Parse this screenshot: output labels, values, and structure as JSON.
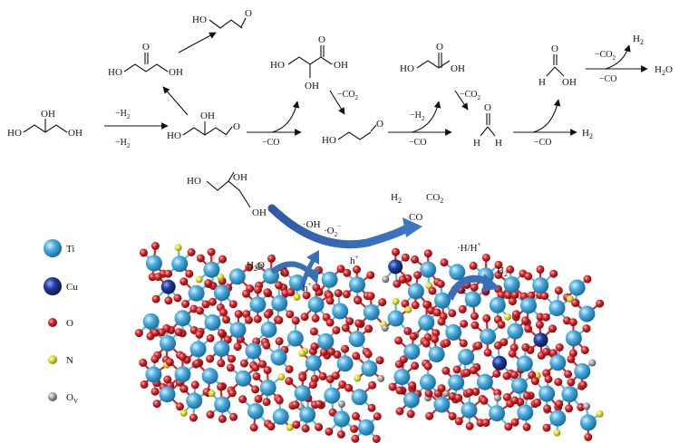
{
  "scheme": {
    "glycerol": "HO    OH  OH",
    "glycerol_lines": [
      "OH",
      "HO",
      "OH"
    ],
    "dha_lines": [
      "O",
      "HO",
      "OH"
    ],
    "glycolaldehyde_top_lines": [
      "HO",
      "O"
    ],
    "glyceraldehyde_lines": [
      "OH",
      "HO",
      "O"
    ],
    "glyceric_acid_lines": [
      "O",
      "HO",
      "OH",
      "OH"
    ],
    "glycolaldehyde_mid_lines": [
      "HO",
      "O"
    ],
    "glycolic_acid_lines": [
      "O",
      "HO",
      "OH"
    ],
    "formaldehyde_lines": [
      "O",
      "H",
      "H"
    ],
    "formic_acid_lines": [
      "O",
      "H",
      "OH"
    ],
    "conditions": {
      "a1_top": "−H",
      "a1_bot": "−H",
      "sub2": "2",
      "a2_top": "−CO",
      "a2_side": "−CO",
      "a3_top": "−H",
      "a3_bot": "−CO",
      "a3_side": "−CO",
      "a4_bot": "−CO",
      "a5_top": "−CO",
      "a5_bot": "−CO"
    },
    "products": {
      "h2_a": "H",
      "h2o": "H",
      "h2o_tail": "O",
      "h2_end": "H"
    }
  },
  "photocatalysis": {
    "glycerol_lines": [
      "OH",
      "HO",
      "OH"
    ],
    "oh_radical": "·OH",
    "superoxide": "·O",
    "h_plus": "h",
    "gas_h2": "H",
    "gas_co2": "CO",
    "gas_co": "CO",
    "h2o": "H",
    "h2o_tail": "O",
    "electron": "e",
    "h_hplus": "·H/H",
    "h2_right": "H"
  },
  "legend": [
    {
      "symbol": "Ti",
      "color": "#4aaee0",
      "size": "large"
    },
    {
      "symbol": "Cu",
      "color": "#1f3f9e",
      "size": "large"
    },
    {
      "symbol": "O",
      "color": "#d8262a",
      "size": "small"
    },
    {
      "symbol": "N",
      "color": "#e3e03a",
      "size": "small"
    },
    {
      "symbol": "O",
      "sub": "V",
      "color": "#a8a8a8",
      "size": "small"
    }
  ]
}
